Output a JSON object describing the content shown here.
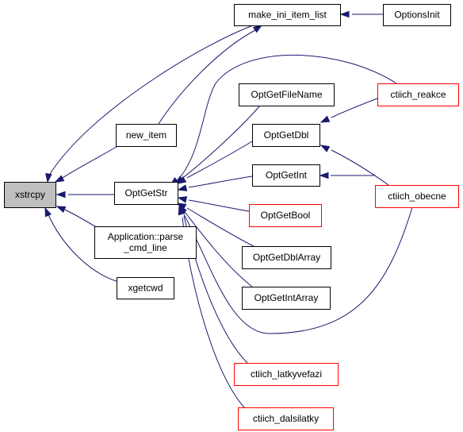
{
  "graph": {
    "colors": {
      "edge": "#191970",
      "root_fill": "#bfbfbf",
      "node_fill": "#ffffff",
      "node_border": "#000000",
      "external_border": "#ff0000"
    },
    "nodes": [
      {
        "id": "xstrcpy",
        "label": [
          "xstrcpy"
        ],
        "style": "root"
      },
      {
        "id": "make_ini_item_list",
        "label": [
          "make_ini_item_list"
        ],
        "style": "normal"
      },
      {
        "id": "OptionsInit",
        "label": [
          "OptionsInit"
        ],
        "style": "normal"
      },
      {
        "id": "new_item",
        "label": [
          "new_item"
        ],
        "style": "normal"
      },
      {
        "id": "OptGetStr",
        "label": [
          "OptGetStr"
        ],
        "style": "normal"
      },
      {
        "id": "app_parse",
        "label": [
          "Application::parse",
          "_cmd_line"
        ],
        "style": "normal"
      },
      {
        "id": "xgetcwd",
        "label": [
          "xgetcwd"
        ],
        "style": "normal"
      },
      {
        "id": "OptGetFileName",
        "label": [
          "OptGetFileName"
        ],
        "style": "normal"
      },
      {
        "id": "OptGetDbl",
        "label": [
          "OptGetDbl"
        ],
        "style": "normal"
      },
      {
        "id": "OptGetInt",
        "label": [
          "OptGetInt"
        ],
        "style": "normal"
      },
      {
        "id": "OptGetBool",
        "label": [
          "OptGetBool"
        ],
        "style": "external"
      },
      {
        "id": "OptGetDblArray",
        "label": [
          "OptGetDblArray"
        ],
        "style": "normal"
      },
      {
        "id": "OptGetIntArray",
        "label": [
          "OptGetIntArray"
        ],
        "style": "normal"
      },
      {
        "id": "ctiich_latkyvefazi",
        "label": [
          "ctiich_latkyvefazi"
        ],
        "style": "external"
      },
      {
        "id": "ctiich_dalsilatky",
        "label": [
          "ctiich_dalsilatky"
        ],
        "style": "external"
      },
      {
        "id": "ctiich_reakce",
        "label": [
          "ctiich_reakce"
        ],
        "style": "external"
      },
      {
        "id": "ctiich_obecne",
        "label": [
          "ctiich_obecne"
        ],
        "style": "external"
      }
    ],
    "edges": [
      {
        "from": "make_ini_item_list",
        "to": "xstrcpy"
      },
      {
        "from": "new_item",
        "to": "xstrcpy"
      },
      {
        "from": "OptGetStr",
        "to": "xstrcpy"
      },
      {
        "from": "app_parse",
        "to": "xstrcpy"
      },
      {
        "from": "xgetcwd",
        "to": "xstrcpy"
      },
      {
        "from": "OptionsInit",
        "to": "make_ini_item_list"
      },
      {
        "from": "new_item",
        "to": "make_ini_item_list"
      },
      {
        "from": "OptGetFileName",
        "to": "OptGetStr"
      },
      {
        "from": "OptGetDbl",
        "to": "OptGetStr"
      },
      {
        "from": "OptGetInt",
        "to": "OptGetStr"
      },
      {
        "from": "OptGetBool",
        "to": "OptGetStr"
      },
      {
        "from": "OptGetDblArray",
        "to": "OptGetStr"
      },
      {
        "from": "OptGetIntArray",
        "to": "OptGetStr"
      },
      {
        "from": "ctiich_latkyvefazi",
        "to": "OptGetStr"
      },
      {
        "from": "ctiich_dalsilatky",
        "to": "OptGetStr"
      },
      {
        "from": "ctiich_reakce",
        "to": "OptGetStr"
      },
      {
        "from": "ctiich_obecne",
        "to": "OptGetStr"
      },
      {
        "from": "ctiich_reakce",
        "to": "OptGetDbl"
      },
      {
        "from": "ctiich_obecne",
        "to": "OptGetDbl"
      },
      {
        "from": "ctiich_obecne",
        "to": "OptGetInt"
      }
    ]
  }
}
